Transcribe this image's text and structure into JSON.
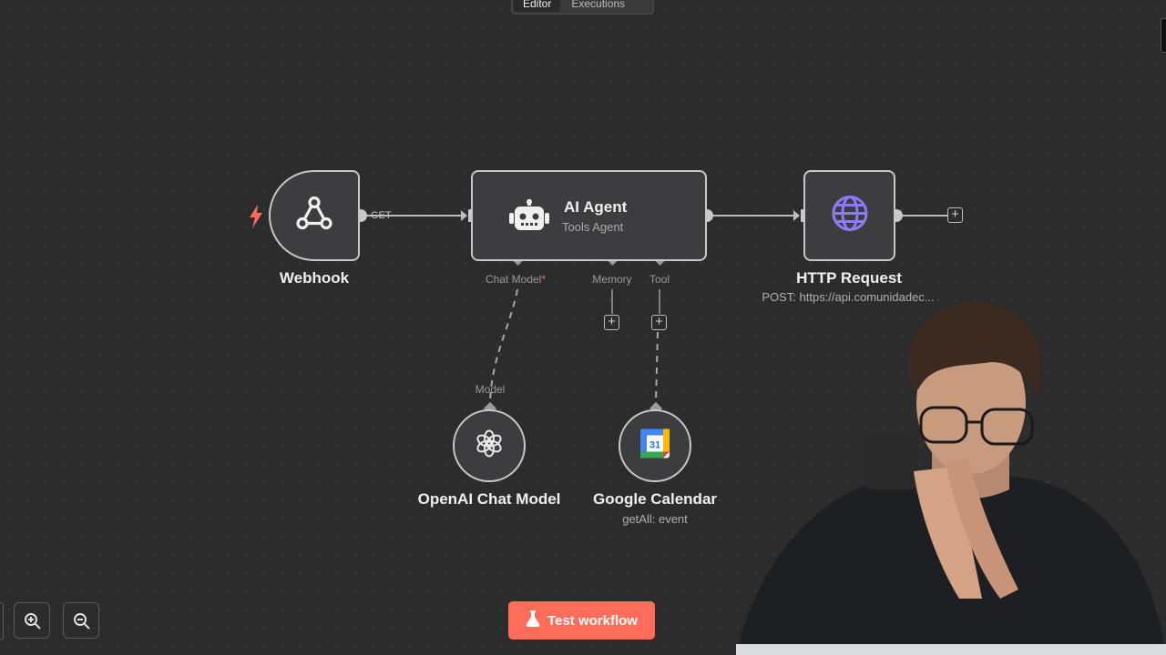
{
  "top_tabs": [
    {
      "label": "Editor",
      "active": true
    },
    {
      "label": "Executions",
      "active": false
    }
  ],
  "nodes": {
    "webhook": {
      "title": "Webhook",
      "icon": "webhook-icon"
    },
    "ai_agent": {
      "title": "AI Agent",
      "subtitle": "Tools Agent",
      "icon": "robot-icon"
    },
    "http_request": {
      "title": "HTTP Request",
      "subtitle": "POST: https://api.comunidadec...",
      "icon": "globe-icon"
    },
    "openai_chat_model": {
      "title": "OpenAI Chat Model",
      "icon": "openai-icon"
    },
    "google_calendar": {
      "title": "Google Calendar",
      "subtitle": "getAll: event",
      "icon": "google-calendar-icon",
      "calendar_day": "31"
    }
  },
  "edge_labels": {
    "webhook_out": "GET"
  },
  "agent_ports": {
    "chat_model": "Chat Model",
    "chat_model_required": "*",
    "memory": "Memory",
    "tool": "Tool"
  },
  "model_port_label": "Model",
  "toolbar": {
    "test_workflow_label": "Test workflow"
  },
  "colors": {
    "accent": "#ff6d5a",
    "node_border": "#c8c8c8",
    "node_bg": "#3d3d3f",
    "globe": "#8b7cf6",
    "canvas_bg": "#2c2c2c"
  }
}
